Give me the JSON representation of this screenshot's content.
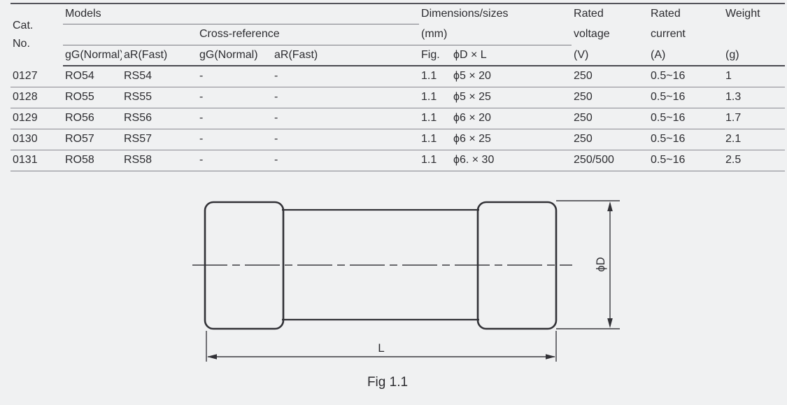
{
  "colors": {
    "background": "#f0f1f2",
    "text": "#2c2c30",
    "table_line_dark": "#4a4a50",
    "table_line_light": "#8a8a92",
    "diagram_stroke": "#323237"
  },
  "table": {
    "header": {
      "cat_line1": "Cat.",
      "cat_line2": "No.",
      "models": "Models",
      "cross_reference": "Cross-reference",
      "dimensions_line1": "Dimensions/sizes",
      "dimensions_line2": "(mm)",
      "rated_voltage_line1": "Rated",
      "rated_voltage_line2": "voltage",
      "rated_current_line1": "Rated",
      "rated_current_line2": "current",
      "weight_line1": "Weight",
      "sub": [
        "gG(Normal)",
        "aR(Fast)",
        "gG(Normal)",
        "aR(Fast)",
        "Fig.",
        "ϕD × L",
        "(V)",
        "(A)",
        "(g)"
      ]
    },
    "rows": [
      [
        "0127",
        "RO54",
        "RS54",
        "-",
        "-",
        "1.1",
        "ϕ5 × 20",
        "250",
        "0.5~16",
        "1"
      ],
      [
        "0128",
        "RO55",
        "RS55",
        "-",
        "-",
        "1.1",
        "ϕ5 × 25",
        "250",
        "0.5~16",
        "1.3"
      ],
      [
        "0129",
        "RO56",
        "RS56",
        "-",
        "-",
        "1.1",
        "ϕ6 × 20",
        "250",
        "0.5~16",
        "1.7"
      ],
      [
        "0130",
        "RO57",
        "RS57",
        "-",
        "-",
        "1.1",
        "ϕ6 × 25",
        "250",
        "0.5~16",
        "2.1"
      ],
      [
        "0131",
        "RO58",
        "RS58",
        "-",
        "-",
        "1.1",
        "ϕ6. × 30",
        "250/500",
        "0.5~16",
        "2.5"
      ]
    ]
  },
  "figure": {
    "caption": "Fig 1.1",
    "diameter_label": "ϕD",
    "length_label": "L"
  }
}
